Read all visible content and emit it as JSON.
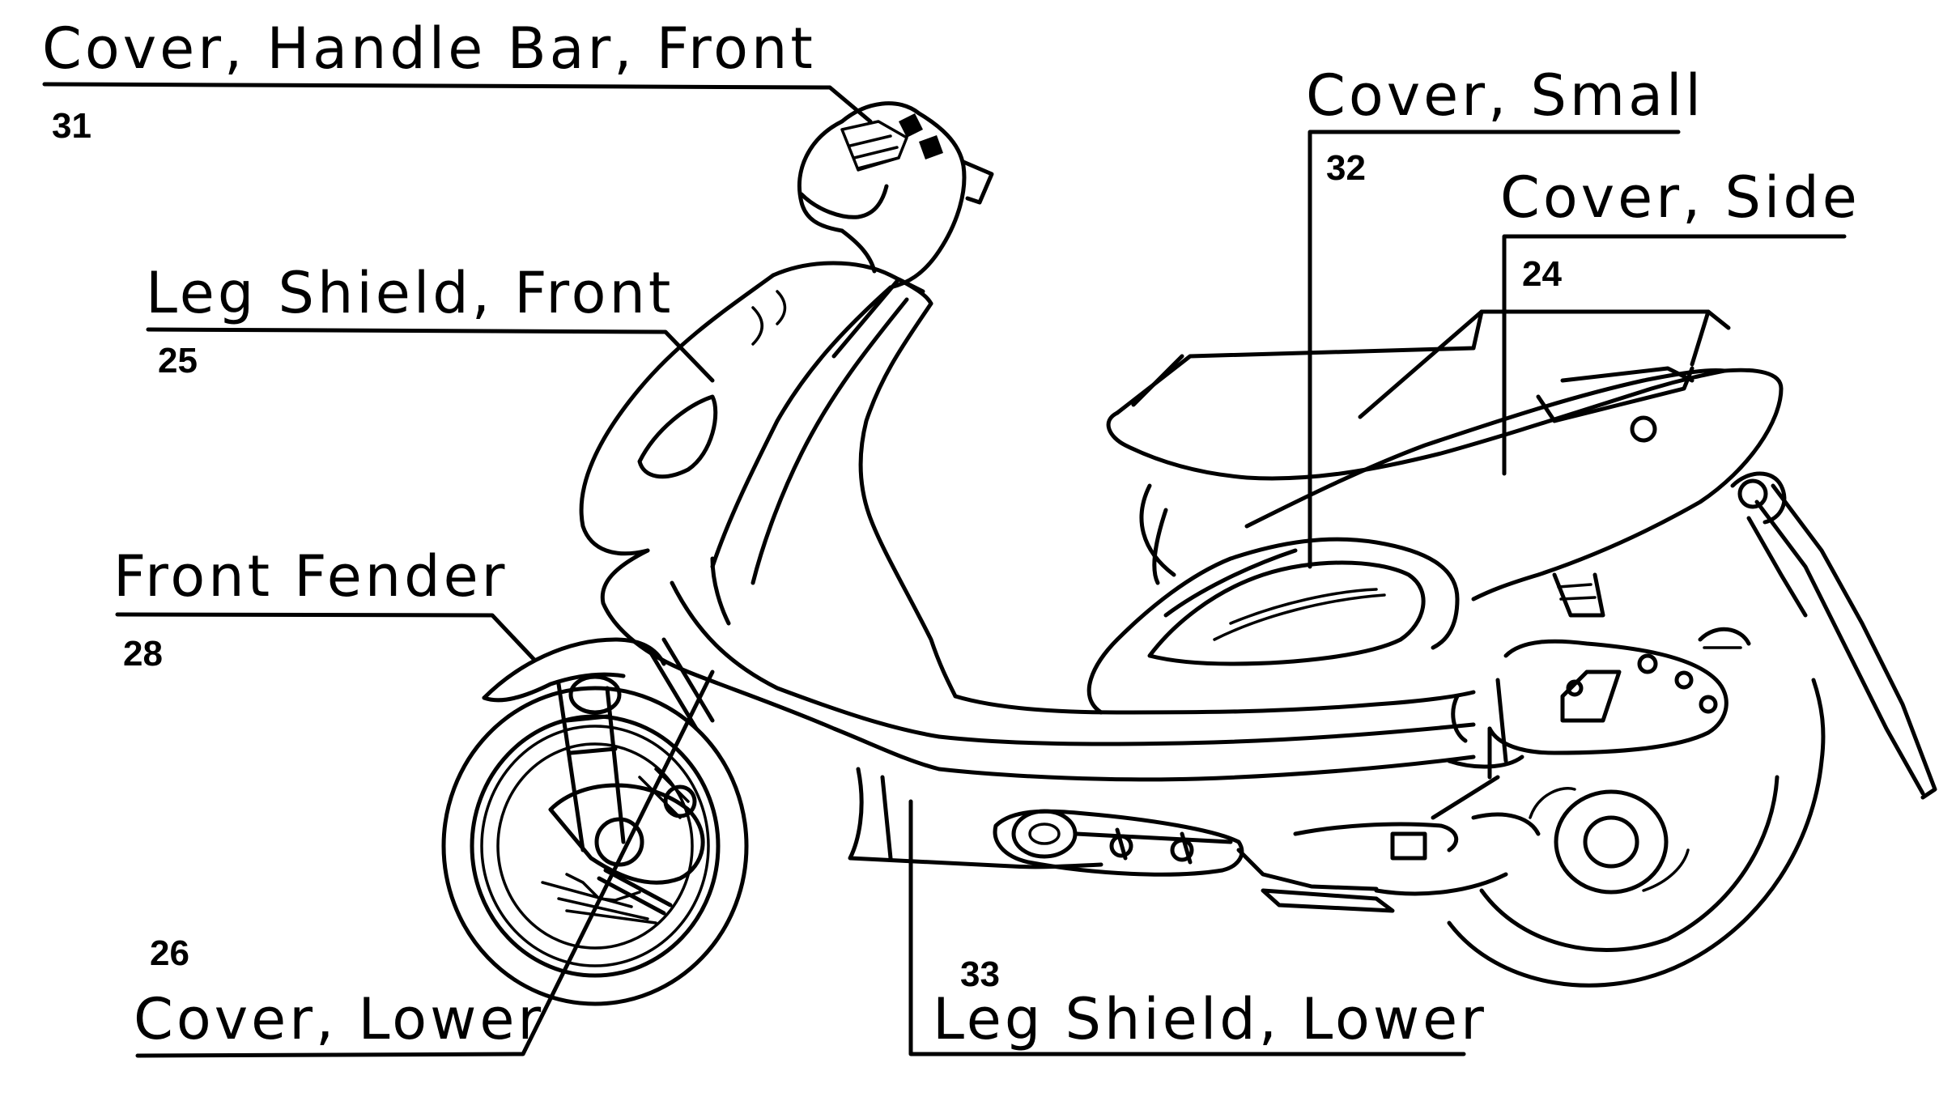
{
  "callouts": [
    {
      "id": "handlebar",
      "label": "Cover, Handle Bar, Front",
      "number": "31"
    },
    {
      "id": "leg-shield-front",
      "label": "Leg Shield, Front",
      "number": "25"
    },
    {
      "id": "front-fender",
      "label": "Front Fender",
      "number": "28"
    },
    {
      "id": "cover-lower",
      "label": "Cover, Lower",
      "number": "26"
    },
    {
      "id": "cover-small",
      "label": "Cover, Small",
      "number": "32"
    },
    {
      "id": "cover-side",
      "label": "Cover, Side",
      "number": "24"
    },
    {
      "id": "leg-shield-lower",
      "label": "Leg Shield, Lower",
      "number": "33"
    }
  ]
}
